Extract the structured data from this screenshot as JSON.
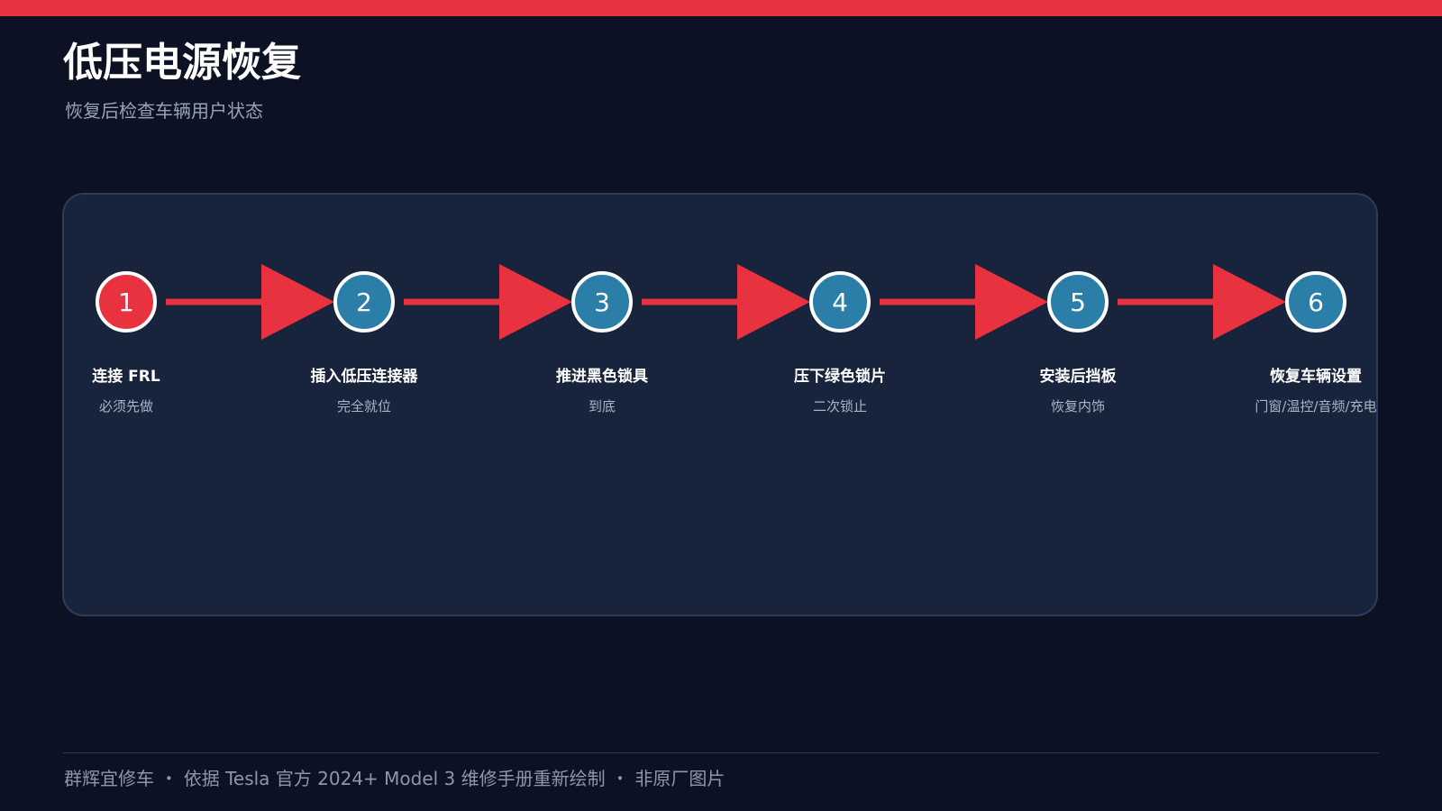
{
  "header": {
    "title": "低压电源恢复",
    "subtitle": "恢复后检查车辆用户状态"
  },
  "colors": {
    "accent_red": "#e8323f",
    "step_blue": "#2a7ea8",
    "background": "#0c1224",
    "panel": "#18233c"
  },
  "flow": {
    "steps": [
      {
        "number": "1",
        "label": "连接 FRL",
        "desc": "必须先做",
        "color": "#e8323f"
      },
      {
        "number": "2",
        "label": "插入低压连接器",
        "desc": "完全就位",
        "color": "#2a7ea8"
      },
      {
        "number": "3",
        "label": "推进黑色锁具",
        "desc": "到底",
        "color": "#2a7ea8"
      },
      {
        "number": "4",
        "label": "压下绿色锁片",
        "desc": "二次锁止",
        "color": "#2a7ea8"
      },
      {
        "number": "5",
        "label": "安装后挡板",
        "desc": "恢复内饰",
        "color": "#2a7ea8"
      },
      {
        "number": "6",
        "label": "恢复车辆设置",
        "desc": "门窗/温控/音频/充电",
        "color": "#2a7ea8"
      }
    ]
  },
  "footer": {
    "text": "群辉宜修车 ・ 依据 Tesla 官方 2024+ Model 3 维修手册重新绘制 ・ 非原厂图片"
  }
}
